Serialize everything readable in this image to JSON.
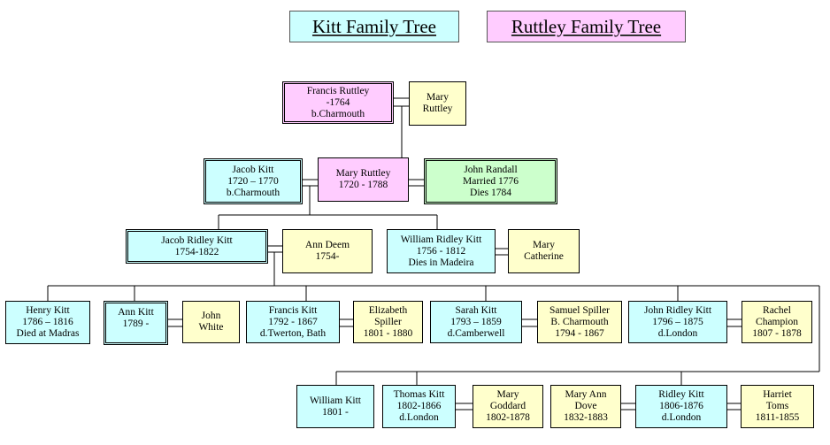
{
  "legend": {
    "kitt": "Kitt Family Tree",
    "ruttley": "Ruttley Family Tree"
  },
  "people": {
    "francis_ruttley": [
      "Francis Ruttley",
      "-1764",
      "b.Charmouth"
    ],
    "mary_ruttley_sr": [
      "Mary",
      "Ruttley"
    ],
    "jacob_kitt": [
      "Jacob Kitt",
      "1720 – 1770",
      "b.Charmouth"
    ],
    "mary_ruttley": [
      "Mary Ruttley",
      "1720 - 1788"
    ],
    "john_randall": [
      "John Randall",
      "Married 1776",
      "Dies 1784"
    ],
    "jacob_ridley_kitt": [
      "Jacob Ridley Kitt",
      "1754-1822"
    ],
    "ann_deem": [
      "Ann Deem",
      "1754-"
    ],
    "william_ridley_kitt": [
      "William Ridley Kitt",
      "1756 - 1812",
      "Dies in Madeira"
    ],
    "mary_catherine": [
      "Mary",
      "Catherine"
    ],
    "henry_kitt": [
      "Henry Kitt",
      "1786 – 1816",
      "Died at Madras"
    ],
    "ann_kitt": [
      "Ann Kitt",
      "1789 -"
    ],
    "john_white": [
      "John",
      "White"
    ],
    "francis_kitt": [
      "Francis Kitt",
      "1792 - 1867",
      "d.Twerton, Bath"
    ],
    "elizabeth_spiller": [
      "Elizabeth",
      "Spiller",
      "1801 - 1880"
    ],
    "sarah_kitt": [
      "Sarah Kitt",
      "1793 – 1859",
      "d.Camberwell"
    ],
    "samuel_spiller": [
      "Samuel Spiller",
      "B. Charmouth",
      "1794 - 1867"
    ],
    "john_ridley_kitt": [
      "John  Ridley Kitt",
      "1796 – 1875",
      "d.London"
    ],
    "rachel_champion": [
      "Rachel",
      "Champion",
      "1807 - 1878"
    ],
    "william_kitt": [
      "William Kitt",
      "1801 -"
    ],
    "thomas_kitt": [
      "Thomas Kitt",
      "1802-1866",
      "d.London"
    ],
    "mary_goddard": [
      "Mary",
      "Goddard",
      "1802-1878"
    ],
    "mary_ann_dove": [
      "Mary Ann",
      "Dove",
      "1832-1883"
    ],
    "ridley_kitt": [
      "Ridley Kitt",
      "1806-1876",
      "d.London"
    ],
    "harriet_toms": [
      "Harriet",
      "Toms",
      "1811-1855"
    ]
  },
  "colors": {
    "kitt": "#ccffff",
    "spouse": "#ffffcc",
    "ruttley": "#ffccff",
    "randall": "#ccffcc"
  }
}
